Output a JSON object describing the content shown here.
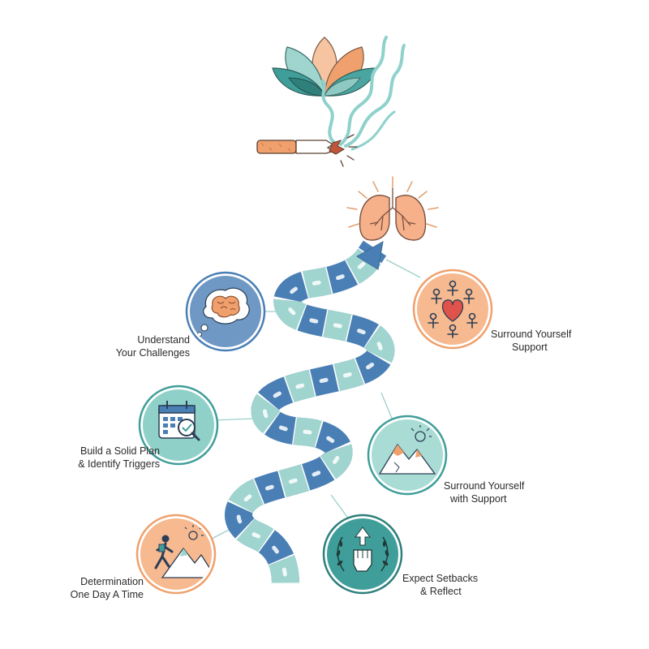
{
  "colors": {
    "teal": "#3f9e9a",
    "teal_light": "#9fd4cf",
    "blue": "#4a7fb5",
    "blue_light": "#8fb6d6",
    "orange": "#f0a06c",
    "orange_light": "#f6c4a0",
    "ink": "#2b2b2b"
  },
  "steps": [
    {
      "icon": "brain-thought-icon",
      "line1": "Understand",
      "line2": "Your Challenges"
    },
    {
      "icon": "calendar-search-icon",
      "line1": "Build a Solid Plan",
      "line2": "& Identify Triggers"
    },
    {
      "icon": "hiker-mountain-icon",
      "line1": "Determination",
      "line2": "One Day A Time"
    },
    {
      "icon": "fist-laurel-icon",
      "line1": "Expect Setbacks",
      "line2": "& Reflect"
    },
    {
      "icon": "mountains-sun-icon",
      "line1": "Surround Yourself",
      "line2": "with Support"
    },
    {
      "icon": "community-heart-icon",
      "line1": "Surround Yourself",
      "line2": "Support"
    }
  ],
  "top_icons": [
    "lotus-flower-icon",
    "smoke-wisps-icon",
    "broken-cigarette-icon"
  ],
  "goal_icon": "healthy-lungs-icon"
}
